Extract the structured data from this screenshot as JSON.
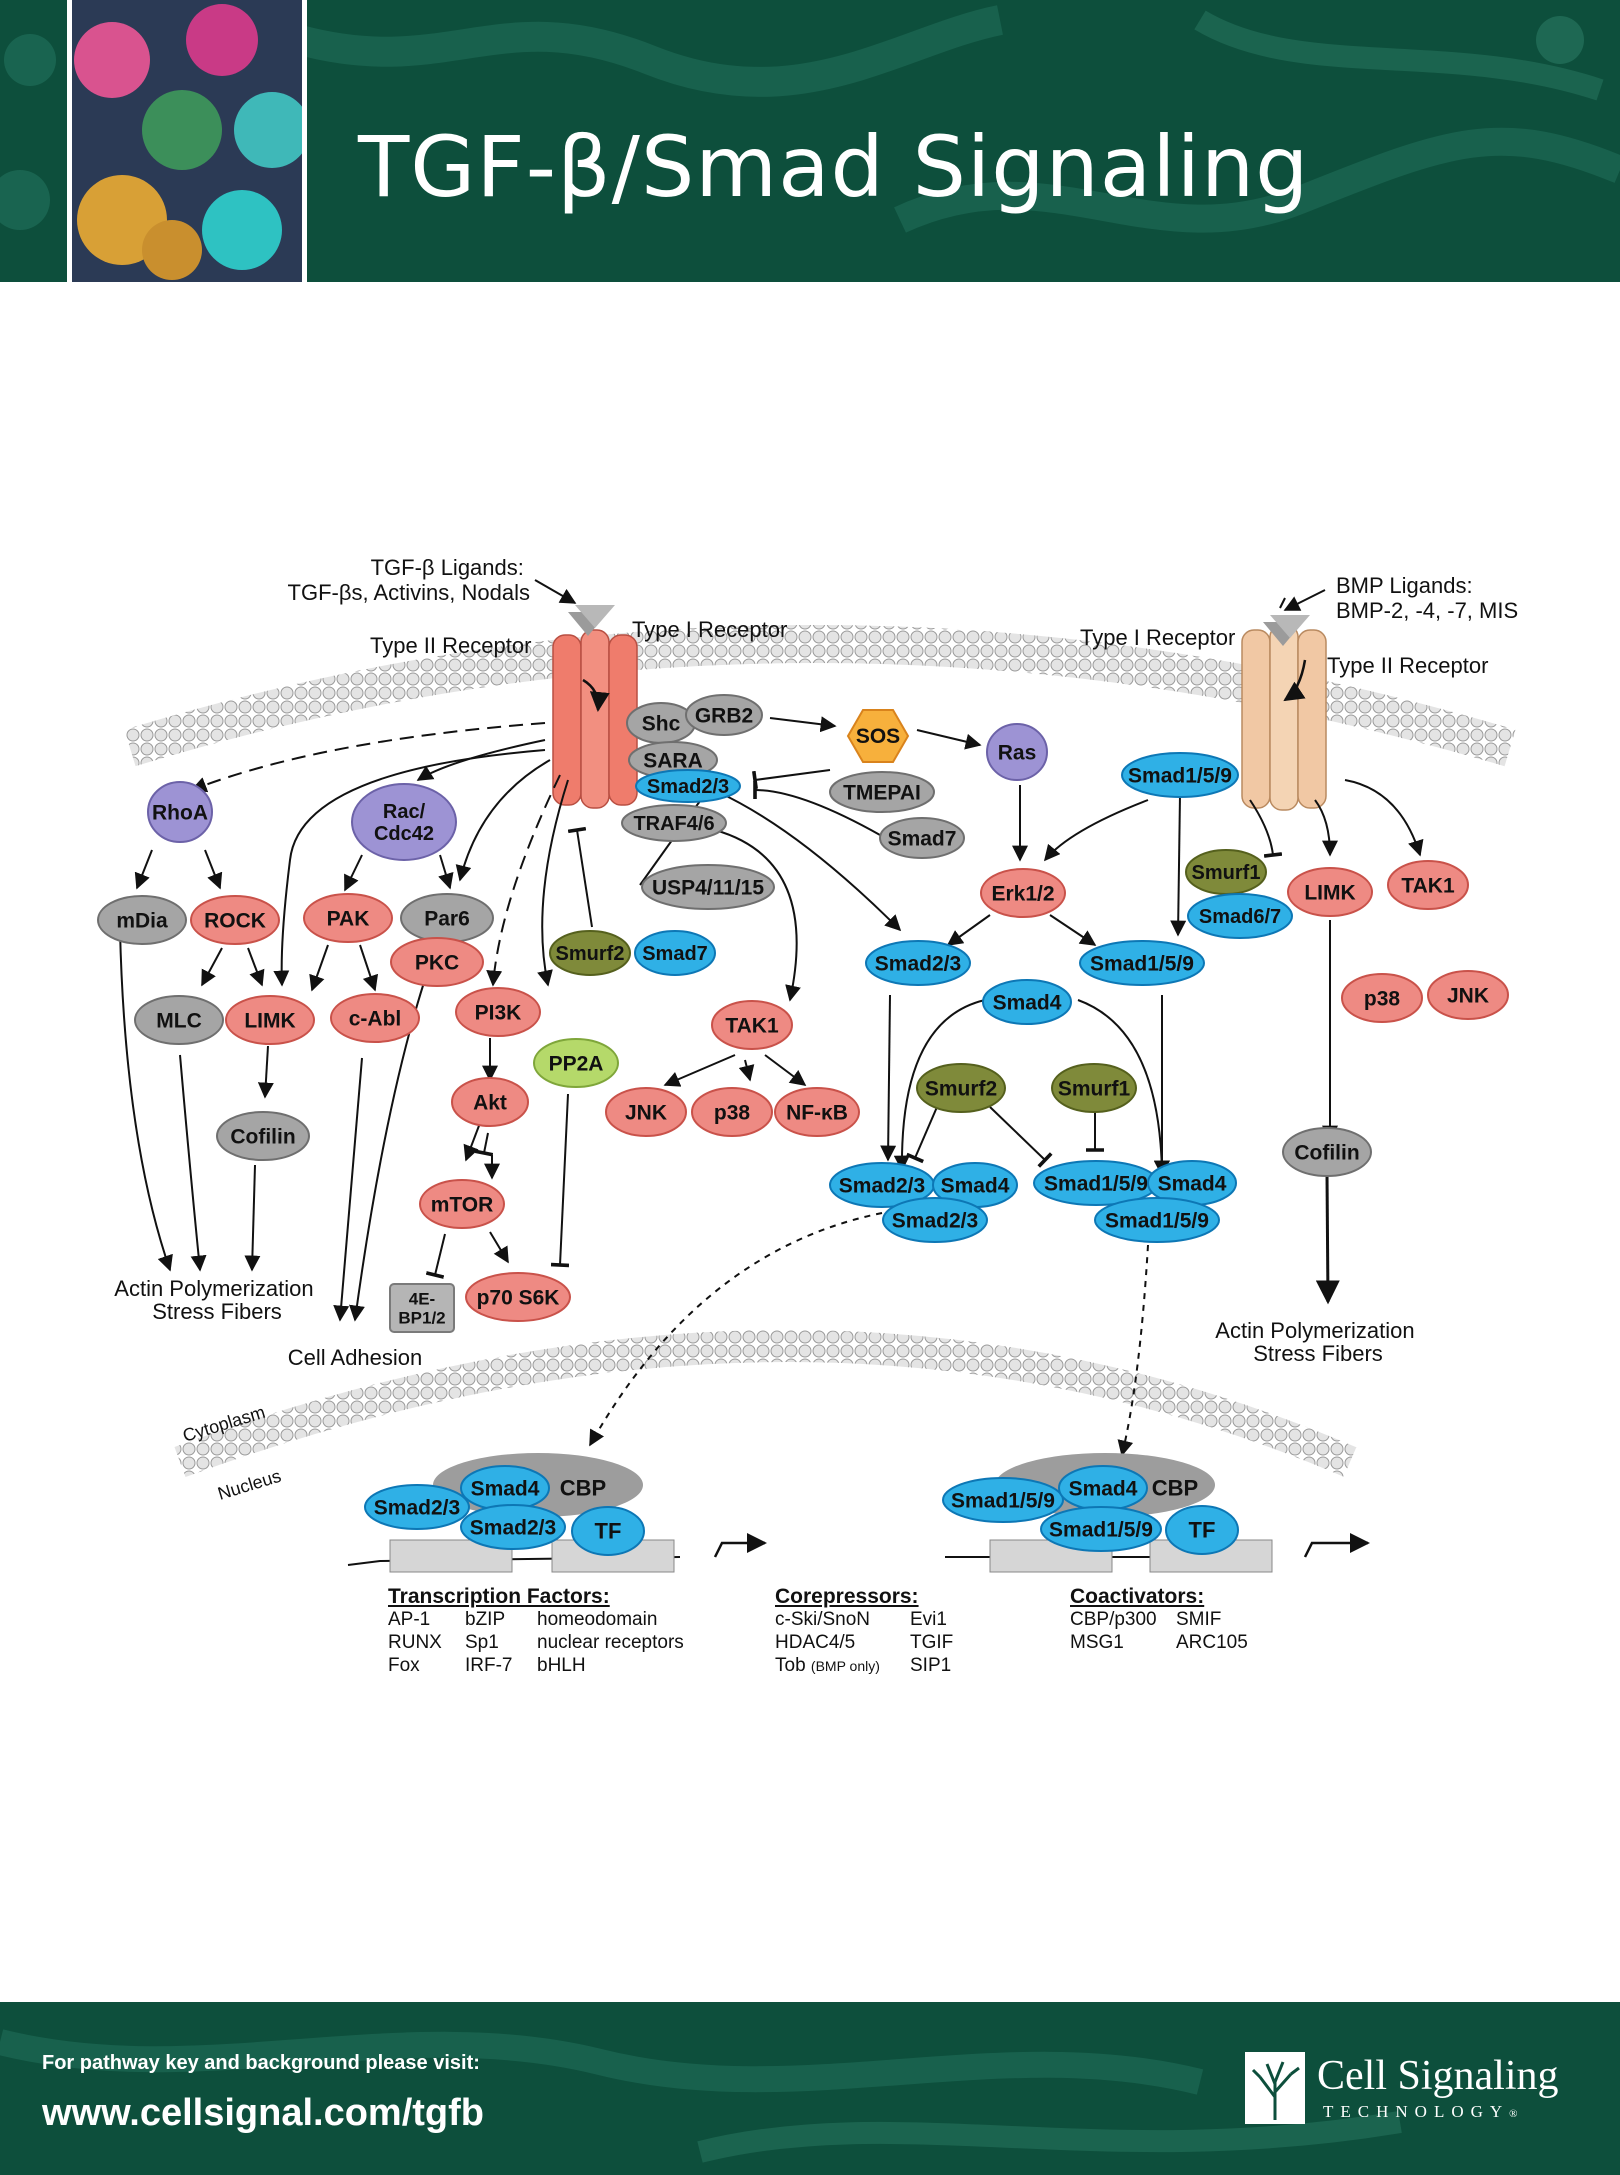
{
  "header": {
    "title": "TGF-β/Smad Signaling"
  },
  "labels": {
    "tgfb_ligands": [
      "TGF-β Ligands:",
      "TGF-βs, Activins, Nodals"
    ],
    "bmp_ligands": [
      "BMP Ligands:",
      "BMP-2, -4, -7, MIS"
    ],
    "type2_left": "Type II Receptor",
    "type1_left": "Type I Receptor",
    "type1_right": "Type I Receptor",
    "type2_right": "Type II Receptor",
    "actin_left": [
      "Actin Polymerization",
      "Stress Fibers"
    ],
    "cell_adhesion": "Cell Adhesion",
    "actin_right": [
      "Actin Polymerization",
      "Stress Fibers"
    ],
    "cytoplasm": "Cytoplasm",
    "nucleus": "Nucleus"
  },
  "nodes": {
    "rhoa": "RhoA",
    "rac": [
      "Rac/",
      "Cdc42"
    ],
    "mdia": "mDia",
    "rock": "ROCK",
    "pak": "PAK",
    "par6": "Par6",
    "pkc": "PKC",
    "mlc": "MLC",
    "limk_left": "LIMK",
    "cabl": "c-Abl",
    "cofilin_left": "Cofilin",
    "pi3k": "PI3K",
    "akt": "Akt",
    "mtor": "mTOR",
    "ebp": [
      "4E-",
      "BP1/2"
    ],
    "p70": "p70 S6K",
    "pp2a": "PP2A",
    "shc": "Shc",
    "grb2": "GRB2",
    "sara": "SARA",
    "smad23_sara": "Smad2/3",
    "traf": "TRAF4/6",
    "tmepai": "TMEPAI",
    "smad7_top": "Smad7",
    "usp": "USP4/11/15",
    "smurf2_left": "Smurf2",
    "smad7_left": "Smad7",
    "tak1_mid": "TAK1",
    "jnk_mid": "JNK",
    "p38_mid": "p38",
    "nfkb": "NF-κB",
    "sos": "SOS",
    "ras": "Ras",
    "erk": "Erk1/2",
    "smad23_mid": "Smad2/3",
    "smad159_mid": "Smad1/5/9",
    "smad4_mid": "Smad4",
    "smurf2_mid": "Smurf2",
    "smurf1_mid": "Smurf1",
    "cx_left_a": "Smad2/3",
    "cx_left_b": "Smad4",
    "cx_left_c": "Smad2/3",
    "cx_right_a": "Smad1/5/9",
    "cx_right_b": "Smad4",
    "cx_right_c": "Smad1/5/9",
    "smad159_rec": "Smad1/5/9",
    "smurf1_right": "Smurf1",
    "smad67": "Smad6/7",
    "limk_right": "LIMK",
    "tak1_right": "TAK1",
    "p38_right": "p38",
    "jnk_right": "JNK",
    "cofilin_right": "Cofilin",
    "nuc_left_smad23a": "Smad2/3",
    "nuc_left_smad4": "Smad4",
    "nuc_left_cbp": "CBP",
    "nuc_left_smad23b": "Smad2/3",
    "nuc_left_tf": "TF",
    "nuc_right_smad159a": "Smad1/5/9",
    "nuc_right_smad4": "Smad4",
    "nuc_right_cbp": "CBP",
    "nuc_right_smad159b": "Smad1/5/9",
    "nuc_right_tf": "TF"
  },
  "legend": {
    "tf": {
      "title": "Transcription Factors:",
      "rows": [
        [
          "AP-1",
          "bZIP",
          "homeodomain"
        ],
        [
          "RUNX",
          "Sp1",
          "nuclear receptors"
        ],
        [
          "Fox",
          "IRF-7",
          "bHLH"
        ]
      ]
    },
    "corep": {
      "title": "Corepressors:",
      "rows": [
        [
          "c-Ski/SnoN",
          "Evi1"
        ],
        [
          "HDAC4/5",
          "TGIF"
        ],
        [
          "Tob",
          "SIP1"
        ]
      ],
      "tob_note": "(BMP only)"
    },
    "coact": {
      "title": "Coactivators:",
      "rows": [
        [
          "CBP/p300",
          "SMIF"
        ],
        [
          "MSG1",
          "ARC105"
        ]
      ]
    }
  },
  "footer": {
    "note": "For pathway key and background please visit:",
    "url": "www.cellsignal.com/tgfb",
    "logo_name": "Cell Signaling",
    "logo_sub": "TECHNOLOGY",
    "logo_reg": "®"
  },
  "colors": {
    "header_green": "#0d4f3c",
    "kinase": "#ee8a83",
    "adaptor": "#a5a5a5",
    "smad": "#2fb0e6",
    "smurf": "#7f8a3a",
    "gtpase": "#9d93d4",
    "pp2a": "#b5d96a",
    "sos": "#f7b03c",
    "receptor_left": "#ef7c6c",
    "receptor_right": "#f1c8a4"
  }
}
